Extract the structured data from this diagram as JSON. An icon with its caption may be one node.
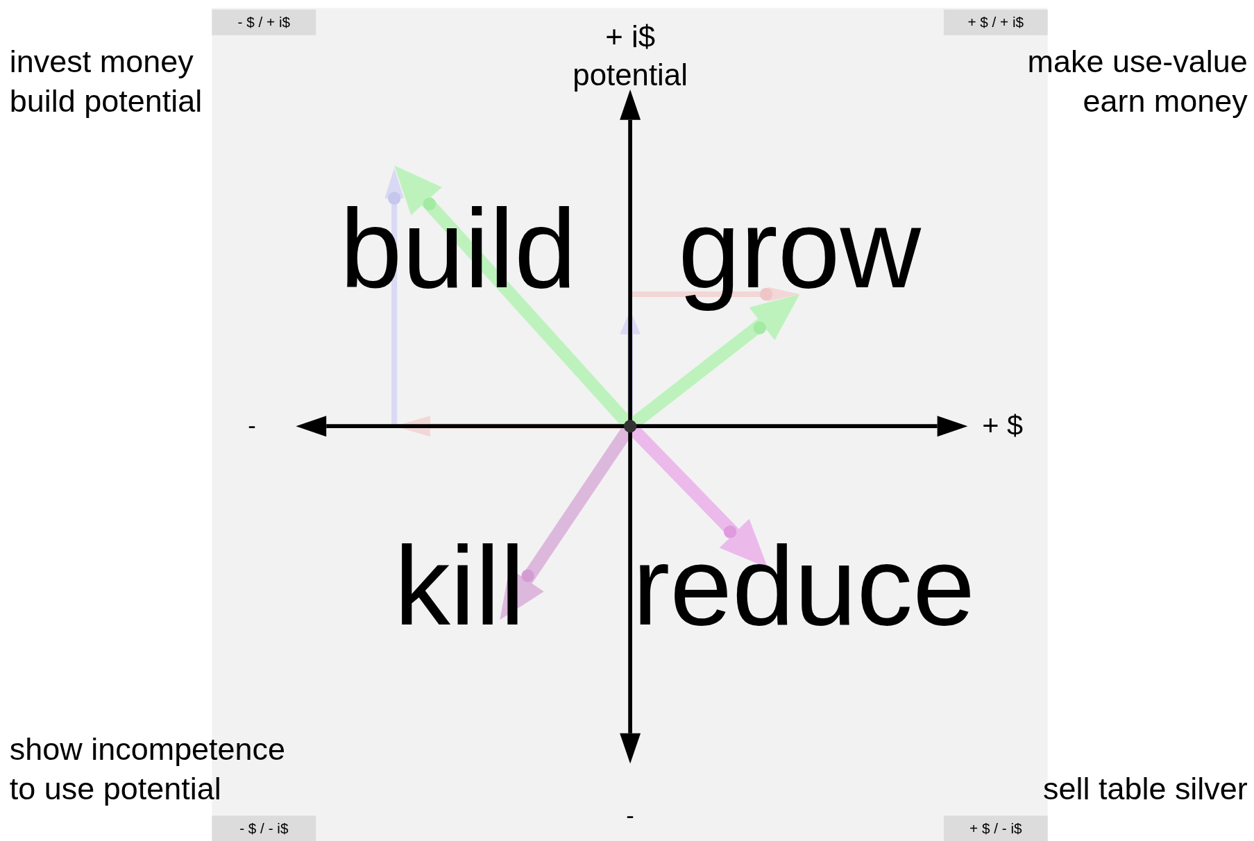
{
  "diagram": {
    "labels": [
      "- $ / + i$",
      "+ $ / + i$",
      "invest money build potential",
      "+ i$ potential",
      "make use-value earn money",
      "build",
      "grow",
      "-",
      "+ $",
      "kill",
      "reduce",
      "show incompetence to use potential",
      "sell table silver",
      "-",
      "- $ / - i$",
      "+ $ / - i$"
    ]
  }
}
